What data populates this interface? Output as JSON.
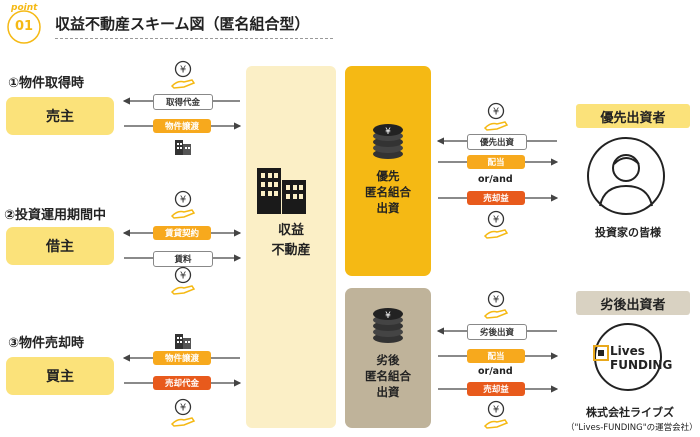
{
  "header": {
    "point_label": "point",
    "point_number": "01",
    "title": "収益不動産スキーム図（匿名組合型）"
  },
  "left": {
    "acquisition": {
      "heading": "①物件取得時",
      "party": "売主",
      "tag_top": "取得代金",
      "tag_bottom": "物件譲渡"
    },
    "operation": {
      "heading": "②投資運用期間中",
      "party": "借主",
      "tag_top": "賃貸契約",
      "tag_bottom": "賃料"
    },
    "sale": {
      "heading": "③物件売却時",
      "party": "買主",
      "tag_top": "物件譲渡",
      "tag_bottom": "売却代金"
    }
  },
  "center": {
    "line1": "収益",
    "line2": "不動産"
  },
  "senior": {
    "box_line1": "優先",
    "box_line2": "匿名組合",
    "box_line3": "出資",
    "tag_invest": "優先出資",
    "tag_dividend": "配当",
    "or_and": "or/and",
    "tag_gain": "売却益",
    "investor_header": "優先出資者",
    "investor_name": "投資家の皆様"
  },
  "subordinate": {
    "box_line1": "劣後",
    "box_line2": "匿名組合",
    "box_line3": "出資",
    "tag_invest": "劣後出資",
    "tag_dividend": "配当",
    "or_and": "or/and",
    "tag_gain": "売却益",
    "investor_header": "劣後出資者",
    "logo_line1": "Lives",
    "logo_line2": "FUNDING",
    "company_name": "株式会社ライブズ",
    "company_note": "（\"Lives-FUNDING\"の運営会社）"
  },
  "icons": {
    "yen": "¥"
  },
  "colors": {
    "yellow": "#fbe27a",
    "orange": "#f5b914",
    "taupe": "#bfb39a",
    "red_tag": "#e85a1c",
    "orange_tag": "#f7a91d"
  }
}
